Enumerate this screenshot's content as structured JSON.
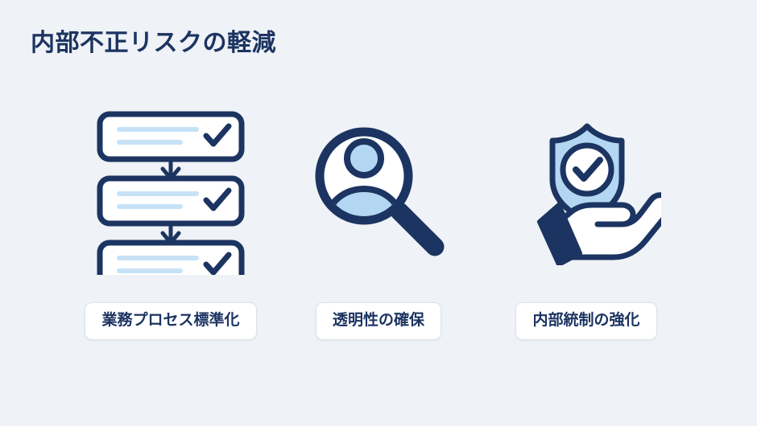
{
  "slide": {
    "title": "内部不正リスクの軽減",
    "background_color": "#eff2f6",
    "navy": "#1c3461",
    "light_blue": "#b3d7f2",
    "line_blue": "#c6e2f7",
    "white": "#ffffff"
  },
  "columns": [
    {
      "id": "process-standardization",
      "icon": "process-flow-icon",
      "label": "業務プロセス標準化",
      "icon_parts": {
        "card_count": 3,
        "card_detail": "checkmark-and-two-text-lines",
        "connector": "down-arrow"
      }
    },
    {
      "id": "transparency",
      "icon": "magnifier-person-icon",
      "label": "透明性の確保",
      "icon_parts": {
        "lens": "person-silhouette",
        "handle": "diagonal-bar"
      }
    },
    {
      "id": "internal-control",
      "icon": "hand-shield-check-icon",
      "label": "内部統制の強化",
      "icon_parts": {
        "shield": "check-circle",
        "hand": "open-palm-with-cuff"
      }
    }
  ]
}
